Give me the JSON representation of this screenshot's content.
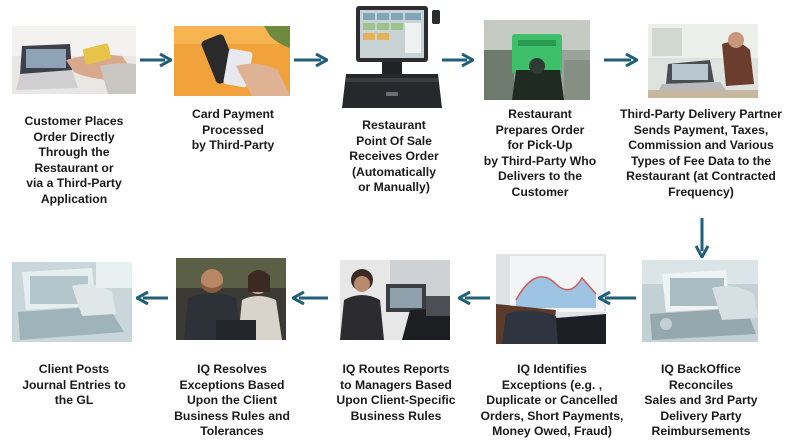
{
  "colors": {
    "arrow": "#1f5f78",
    "text": "#1a1a1a"
  },
  "steps": [
    {
      "id": 1,
      "icon": "laptop-card-photo",
      "caption": "Customer Places\nOrder Directly\nThrough the\nRestaurant or\nvia a Third-Party\nApplication"
    },
    {
      "id": 2,
      "icon": "card-payment-photo",
      "caption": "Card Payment\nProcessed\nby Third-Party"
    },
    {
      "id": 3,
      "icon": "pos-terminal-photo",
      "caption": "Restaurant\nPoint Of Sale\nReceives Order\n(Automatically\nor Manually)"
    },
    {
      "id": 4,
      "icon": "delivery-courier-photo",
      "caption": "Restaurant\nPrepares Order\nfor Pick-Up\nby Third-Party Who\nDelivers to the\nCustomer"
    },
    {
      "id": 5,
      "icon": "laptop-desk-photo",
      "caption": "Third-Party Delivery Partner\nSends Payment, Taxes,\nCommission and Various\nTypes of Fee Data to the\nRestaurant (at Contracted\nFrequency)"
    },
    {
      "id": 6,
      "icon": "office-laptop-photo",
      "caption": "IQ BackOffice\nReconciles\nSales and 3rd Party\nDelivery Party\nReimbursements"
    },
    {
      "id": 7,
      "icon": "analytics-screen-photo",
      "caption": "IQ Identifies\nExceptions (e.g. ,\nDuplicate or Cancelled\nOrders, Short Payments,\nMoney Owed, Fraud)"
    },
    {
      "id": 8,
      "icon": "office-meeting-photo",
      "caption": "IQ Routes Reports\nto Managers Based\nUpon Client-Specific\nBusiness Rules"
    },
    {
      "id": 9,
      "icon": "team-discussion-photo",
      "caption": "IQ Resolves\nExceptions Based\nUpon the Client\nBusiness Rules and\nTolerances"
    },
    {
      "id": 10,
      "icon": "laptop-journal-photo",
      "caption": "Client Posts\nJournal Entries to\nthe GL"
    }
  ]
}
